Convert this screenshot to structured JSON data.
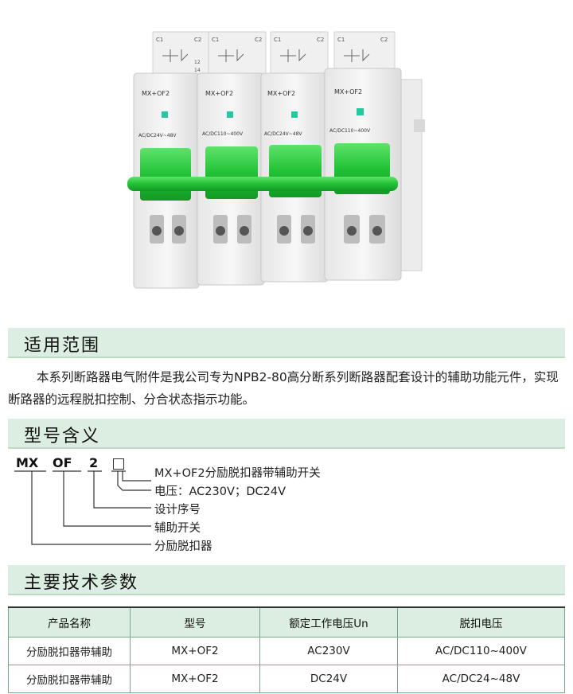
{
  "product_labels": {
    "c1": "C1",
    "c2": "C2",
    "n12": "12",
    "n14": "14",
    "model": "MX+OF2",
    "voltages": [
      "AC/DC24V~48V",
      "AC/DC110~400V",
      "AC/DC24V~48V",
      "AC/DC110~400V"
    ]
  },
  "section1": {
    "title": "适用范围",
    "paragraph": "本系列断路器电气附件是我公司专为NPB2-80高分断系列断路器配套设计的辅助功能元件，实现断路器的远程脱扣控制、分合状态指示功能。"
  },
  "section2": {
    "title": "型号含义",
    "code": [
      "MX",
      "OF",
      "2"
    ],
    "legend": [
      "MX+OF2分励脱扣器带辅助开关",
      "电压：AC230V；DC24V",
      "设计序号",
      "辅助开关",
      "分励脱扣器"
    ]
  },
  "section3": {
    "title": "主要技术参数",
    "headers": [
      "产品名称",
      "型号",
      "额定工作电压Un",
      "脱扣电压"
    ],
    "rows": [
      [
        "分励脱扣器带辅助",
        "MX+OF2",
        "AC230V",
        "AC/DC110~400V"
      ],
      [
        "分励脱扣器带辅助",
        "MX+OF2",
        "DC24V",
        "AC/DC24~48V"
      ]
    ]
  },
  "colors": {
    "accent_green": "#22c43a",
    "section_bg": "#dcede1"
  }
}
